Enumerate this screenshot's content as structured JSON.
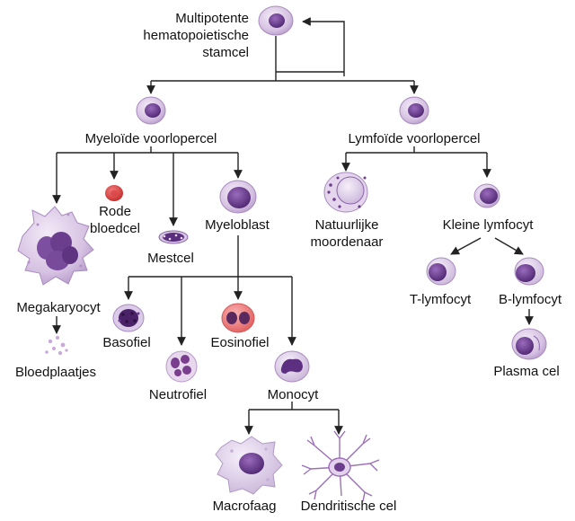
{
  "diagram": {
    "stem_cell": {
      "line1": "Multipotente",
      "line2": "hematopoietische",
      "line3": "stamcel"
    },
    "myeloid_progenitor": "Myeloïde voorlopercel",
    "lymphoid_progenitor": "Lymfoïde voorlopercel",
    "megakaryocyte": "Megakaryocyt",
    "platelets": "Bloedplaatjes",
    "red_blood_cell": {
      "line1": "Rode",
      "line2": "bloedcel"
    },
    "mast_cell": "Mestcel",
    "myeloblast": "Myeloblast",
    "basophil": "Basofiel",
    "neutrophil": "Neutrofiel",
    "eosinophil": "Eosinofiel",
    "monocyte": "Monocyt",
    "macrophage": "Macrofaag",
    "dendritic_cell": "Dendritische cel",
    "natural_killer": {
      "line1": "Natuurlijke",
      "line2": "moordenaar"
    },
    "small_lymphocyte": "Kleine lymfocyt",
    "t_lymphocyte": "T-lymfocyt",
    "b_lymphocyte": "B-lymfocyt",
    "plasma_cell": "Plasma cel"
  },
  "colors": {
    "cytoplasm_lilac": "#d9c6e3",
    "nucleus_purple": "#6a3e8c",
    "red_cell": "#e04a4a",
    "eosinophil_pink": "#f08a8a",
    "lines": "#222222"
  }
}
